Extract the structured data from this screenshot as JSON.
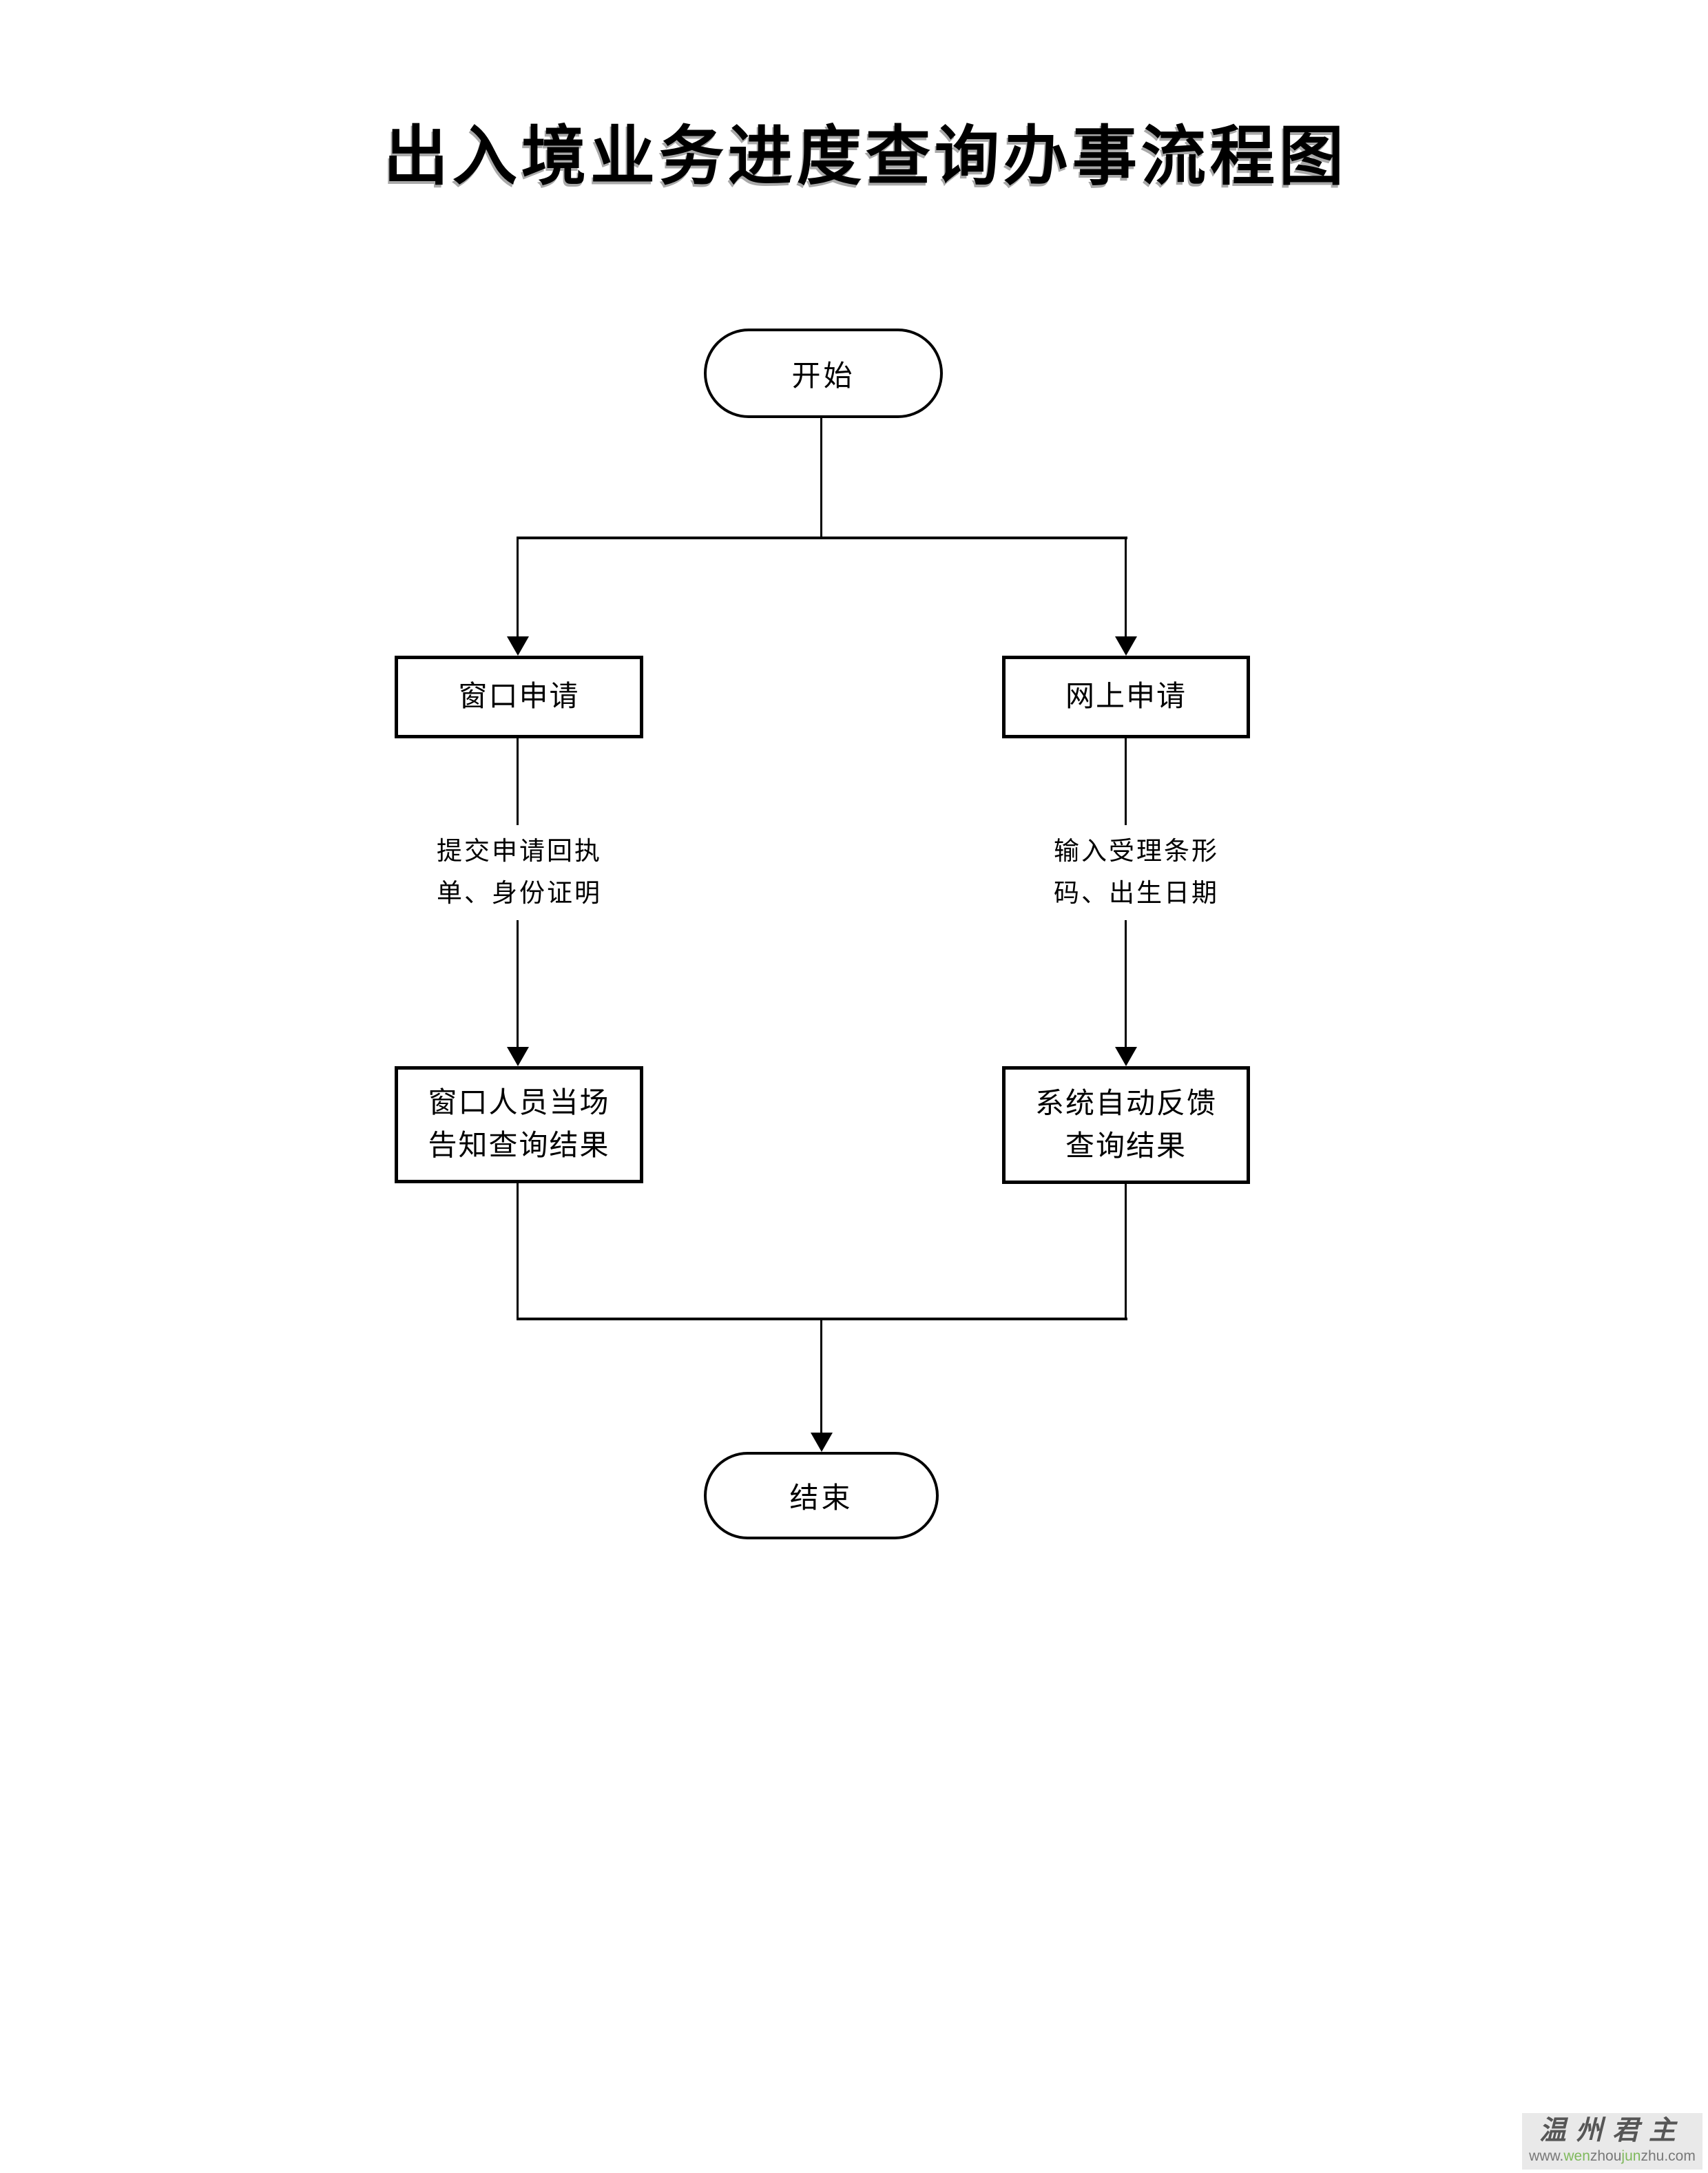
{
  "page": {
    "title": "出入境业务进度查询办事流程图"
  },
  "flowchart": {
    "start_label": "开始",
    "end_label": "结束",
    "left_branch": {
      "step1_label": "窗口申请",
      "edge_label": {
        "line1": "提交申请回执",
        "line2": "单、身份证明"
      },
      "step2_label": {
        "line1": "窗口人员当场",
        "line2": "告知查询结果"
      }
    },
    "right_branch": {
      "step1_label": "网上申请",
      "edge_label": {
        "line1": "输入受理条形",
        "line2": "码、出生日期"
      },
      "step2_label": {
        "line1": "系统自动反馈",
        "line2": "查询结果"
      }
    }
  },
  "watermark": {
    "name": "温州君主",
    "url_parts": [
      {
        "text": "www.",
        "color": "#787878"
      },
      {
        "text": "wen",
        "color": "#7fb95c"
      },
      {
        "text": "zhou",
        "color": "#787878"
      },
      {
        "text": "jun",
        "color": "#7fb95c"
      },
      {
        "text": "zhu",
        "color": "#787878"
      },
      {
        "text": ".com",
        "color": "#787878"
      }
    ],
    "background": "#e9e9e9",
    "name_color": "#565656"
  },
  "colors": {
    "page_background": "#ffffff",
    "line": "#000000",
    "node_background": "#ffffff",
    "text": "#000000"
  }
}
